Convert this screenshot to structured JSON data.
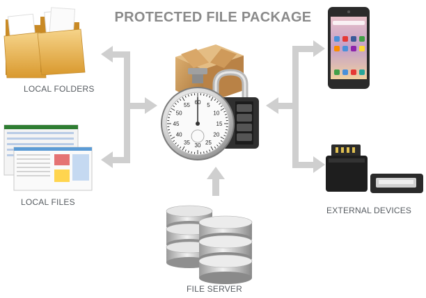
{
  "title": "PROTECTED FILE PACKAGE",
  "nodes": {
    "local_folders": "LOCAL FOLDERS",
    "local_files": "LOCAL FILES",
    "external_devices": "EXTERNAL DEVICES",
    "file_server": "FILE SERVER"
  },
  "stopwatch": {
    "dial_numbers": [
      "60",
      "5",
      "10",
      "15",
      "20",
      "25",
      "30",
      "35",
      "40",
      "45",
      "50",
      "55"
    ]
  },
  "colors": {
    "arrow": "#cfcfcf",
    "label": "#555a5f",
    "title": "#8a8a8a",
    "folder": "#e6b55a",
    "box": "#c8924e"
  }
}
